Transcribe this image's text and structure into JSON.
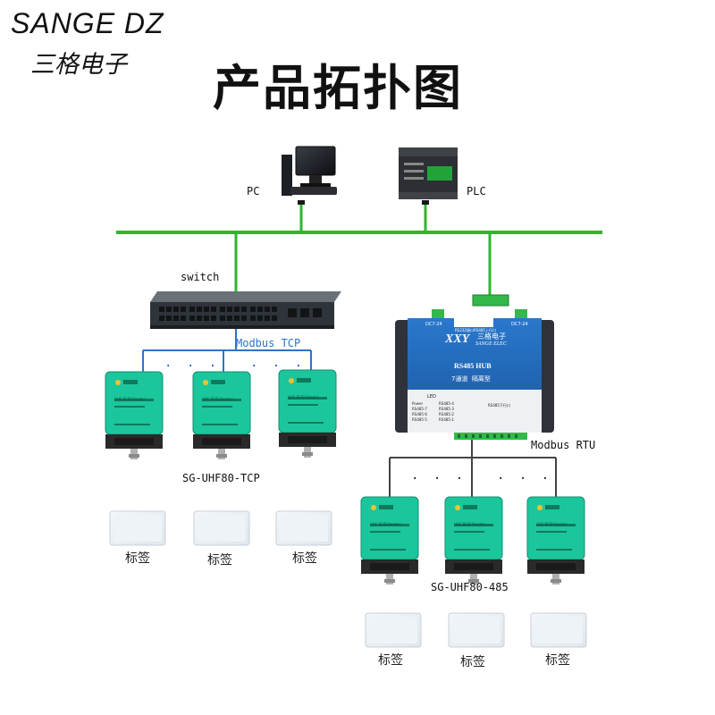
{
  "brand": {
    "name": "SANGE DZ",
    "name_cn": "三格电子"
  },
  "title": "产品拓扑图",
  "devices": {
    "pc_label": "PC",
    "plc_label": "PLC",
    "switch_label": "switch",
    "tcp_label": "Modbus TCP",
    "rtu_label": "Modbus RTU",
    "hub": {
      "brand_cn": "三格电子",
      "brand_en": "SANGE ELEC",
      "name": "RS485 HUB",
      "subtitle": "7通道  隔离型",
      "power_left": "DC7-24",
      "power_right": "DC7-24",
      "rs232_label": "RS232接口",
      "rs485_label": "RS485上行口",
      "led_label": "LED",
      "ports_label": "RS485下行口",
      "leds_left": [
        "Power",
        "RS485-7",
        "RS485-6",
        "RS485-5"
      ],
      "leds_right": [
        "RS485-4",
        "RS485-3",
        "RS485-2",
        "RS485-1"
      ]
    },
    "reader_label": "UHF RFID Reader",
    "reader_brand": "三格电子",
    "reader_url": "www.sange.com"
  },
  "groups": {
    "tcp": {
      "model": "SG-UHF80-TCP",
      "tags": [
        "标签",
        "标签",
        "标签"
      ],
      "dots": [
        "· · ·",
        "· · ·"
      ]
    },
    "rtu": {
      "model": "SG-UHF80-485",
      "tags": [
        "标签",
        "标签",
        "标签"
      ],
      "dots": [
        "· · ·",
        "· · ·"
      ]
    }
  },
  "colors": {
    "bus_green": "#2fb52f",
    "tcp_blue": "#2f72c8",
    "rtu_line": "#444444",
    "reader_green": "#19c39a",
    "hub_blue": "#1f66b8"
  }
}
